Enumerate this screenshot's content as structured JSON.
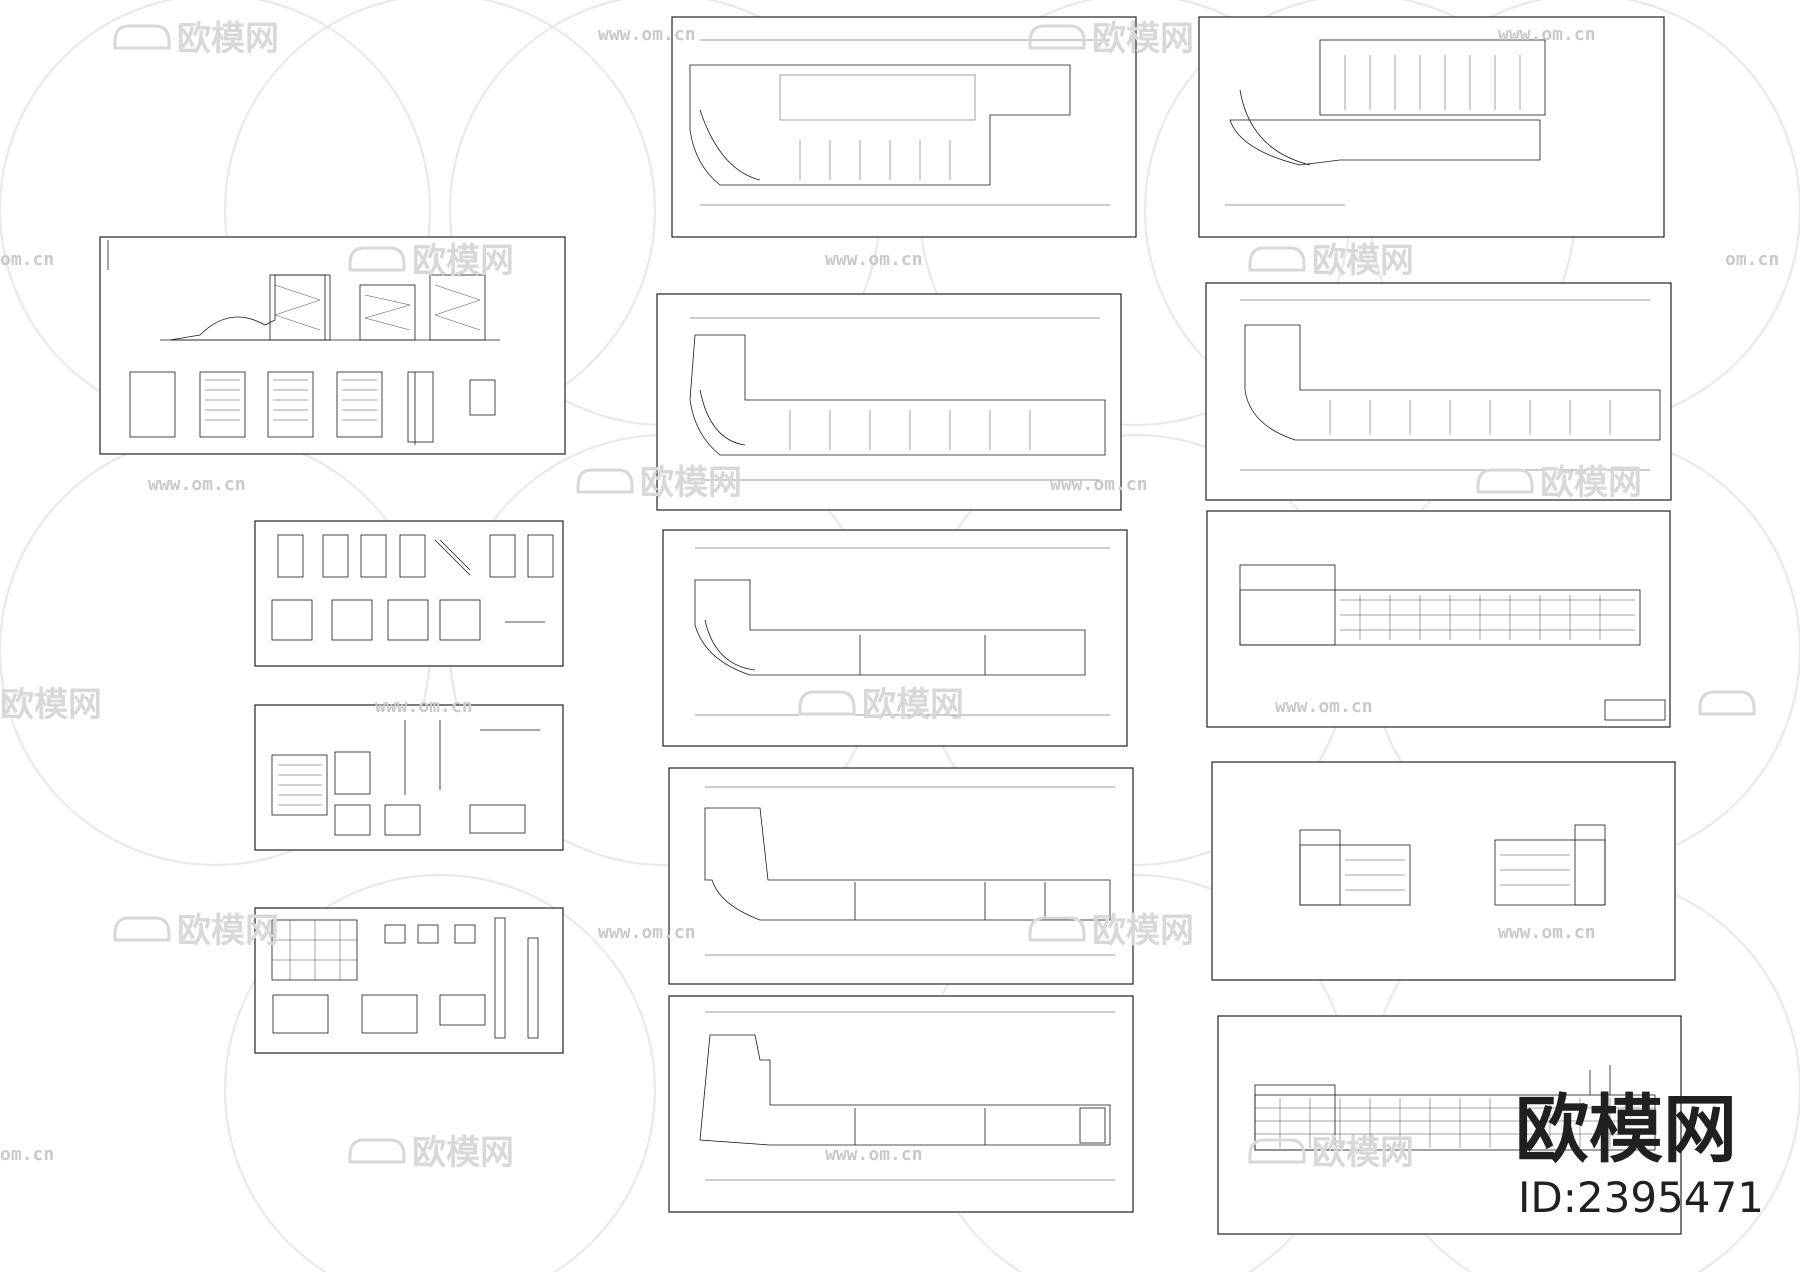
{
  "watermark": {
    "logo_text": "欧模网",
    "url_text": "www.om.cn",
    "url_text_cropped": "om.cn"
  },
  "brand": {
    "name": "欧模网",
    "id_label": "ID:2395471"
  },
  "icons": {
    "watermark_logo": "sofa-icon"
  },
  "colors": {
    "background": "#ffffff",
    "ink": "#1a1a1a",
    "watermark": "#d8d8d8"
  }
}
